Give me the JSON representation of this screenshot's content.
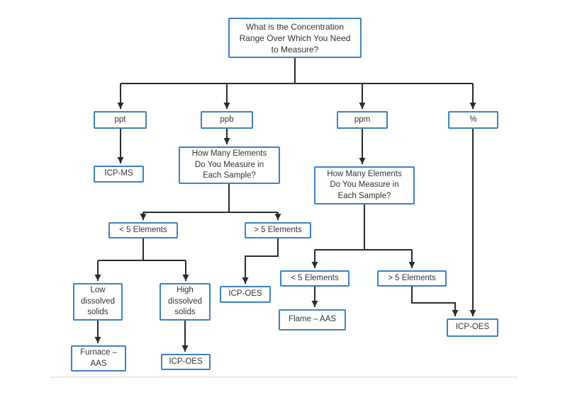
{
  "diagram": {
    "type": "decision-flowchart",
    "topic": "Choosing an elemental analysis technique by concentration range"
  },
  "colors": {
    "box_border": "#3d81c6",
    "box_fill": "#ffffff",
    "line": "#2b2b2b",
    "text": "#333333",
    "divider": "#ebebeb"
  },
  "nodes": {
    "question": {
      "label": "What is the Concentration\nRange Over Which You Need\nto Measure?"
    },
    "ppt": {
      "label": "ppt"
    },
    "ppb": {
      "label": "ppb"
    },
    "ppm": {
      "label": "ppm"
    },
    "percent": {
      "label": "%"
    },
    "icp_ms": {
      "label": "ICP-MS"
    },
    "ppb_question": {
      "label": "How Many Elements\nDo You Measure in\nEach Sample?"
    },
    "ppm_question": {
      "label": "How Many Elements\nDo You Measure in\nEach Sample?"
    },
    "ppb_lt5": {
      "label": "< 5 Elements"
    },
    "ppb_gt5": {
      "label": "> 5 Elements"
    },
    "ppm_lt5": {
      "label": "< 5 Elements"
    },
    "ppm_gt5": {
      "label": "> 5 Elements"
    },
    "low_solids": {
      "label": "Low\ndissolved\nsolids"
    },
    "high_solids": {
      "label": "High\ndissolved\nsolids"
    },
    "icp_oes_ppb_gt5": {
      "label": "ICP-OES"
    },
    "furnace_aas": {
      "label": "Furnace –\nAAS"
    },
    "icp_oes_high_solids": {
      "label": "ICP-OES"
    },
    "flame_aas": {
      "label": "Flame – AAS"
    },
    "icp_oes_right": {
      "label": "ICP-OES"
    }
  }
}
